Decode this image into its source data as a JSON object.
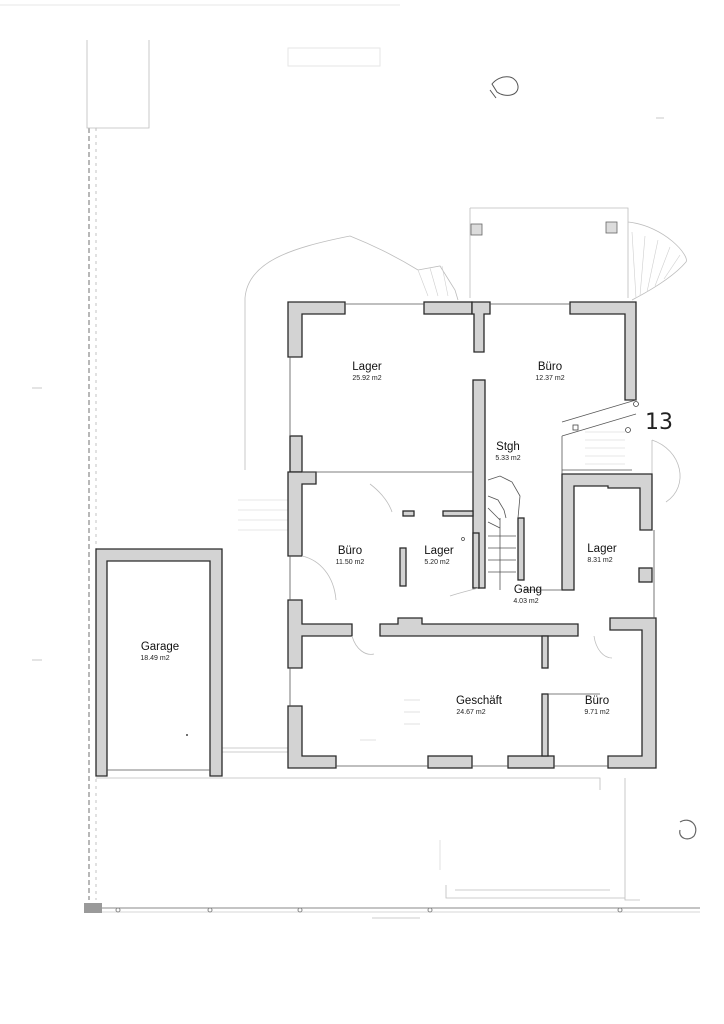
{
  "house_number": "13",
  "rooms": {
    "lager_north": {
      "name": "Lager",
      "area": "25.92 m2"
    },
    "buero_ne": {
      "name": "Büro",
      "area": "12.37 m2"
    },
    "stgh": {
      "name": "Stgh",
      "area": "5.33 m2"
    },
    "buero_west": {
      "name": "Büro",
      "area": "11.50 m2"
    },
    "lager_small": {
      "name": "Lager",
      "area": "5.20 m2"
    },
    "lager_east": {
      "name": "Lager",
      "area": "8.31 m2"
    },
    "gang": {
      "name": "Gang",
      "area": "4.03 m2"
    },
    "garage": {
      "name": "Garage",
      "area": "18.49 m2"
    },
    "geschaeft": {
      "name": "Geschäft",
      "area": "24.67 m2"
    },
    "buero_se": {
      "name": "Büro",
      "area": "9.71 m2"
    }
  },
  "colors": {
    "wall_fill": "#d3d3d3",
    "wall_stroke": "#2a2a2a",
    "line": "#555555",
    "faint": "#bdbdbd"
  }
}
